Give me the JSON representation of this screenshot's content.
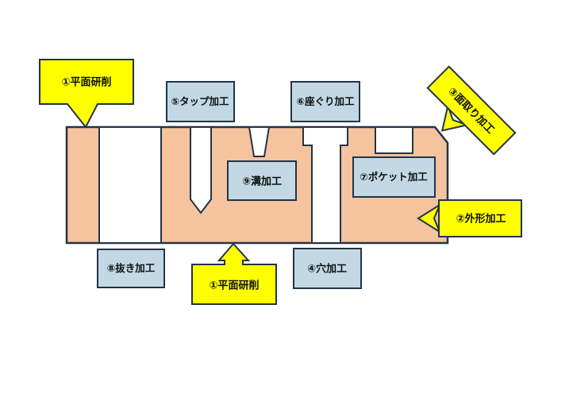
{
  "diagram": {
    "title": "machining process diagram",
    "colors": {
      "background": "#ffffff",
      "part_fill": "#F5C39E",
      "cutout_fill": "#ffffff",
      "outline": "#233447",
      "label_box_fill": "#C2D9E5",
      "callout_fill": "#FFFF00",
      "text": "#101010"
    },
    "labels": {
      "surface_grinding_top": "①平面研削",
      "contour": "②外形加工",
      "chamfer": "③面取り加工",
      "hole": "④穴加工",
      "tap": "⑤タップ加工",
      "counterbore": "⑥座ぐり加工",
      "pocket": "⑦ポケット加工",
      "punching": "⑧抜き加工",
      "groove": "⑨溝加工",
      "surface_grinding_bottom": "①平面研削"
    }
  }
}
